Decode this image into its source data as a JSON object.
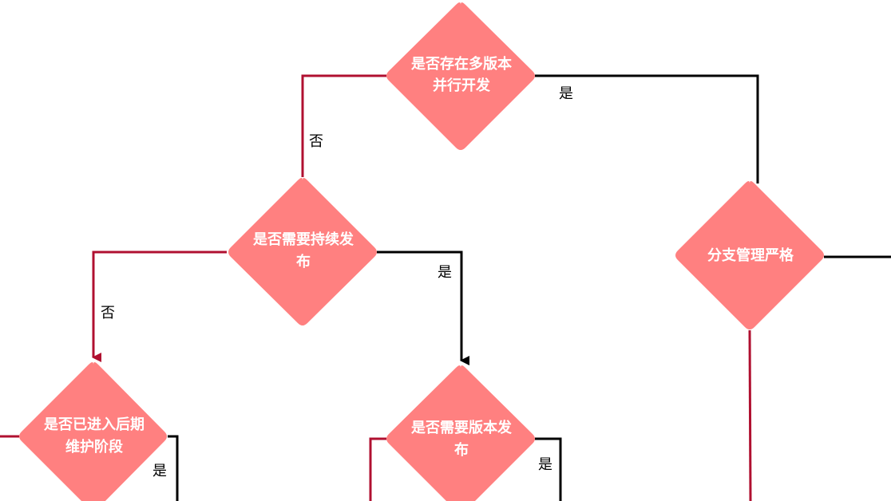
{
  "colors": {
    "diamond_fill": "#ff8080",
    "no_branch": "#b01030",
    "yes_branch": "#000000",
    "diamond_text": "#ffffff"
  },
  "nodes": {
    "multi_version": {
      "line1": "是否存在多版本",
      "line2": "并行开发"
    },
    "continuous_release": {
      "line1": "是否需要持续发",
      "line2": "布"
    },
    "branch_strict": {
      "line1": "分支管理严格"
    },
    "late_maintenance": {
      "line1": "是否已进入后期",
      "line2": "维护阶段"
    },
    "version_release": {
      "line1": "是否需要版本发",
      "line2": "布"
    }
  },
  "edge_labels": {
    "multi_version_yes": "是",
    "multi_version_no": "否",
    "continuous_release_no": "否",
    "continuous_release_yes": "是",
    "late_maintenance_yes": "是",
    "version_release_yes": "是"
  }
}
